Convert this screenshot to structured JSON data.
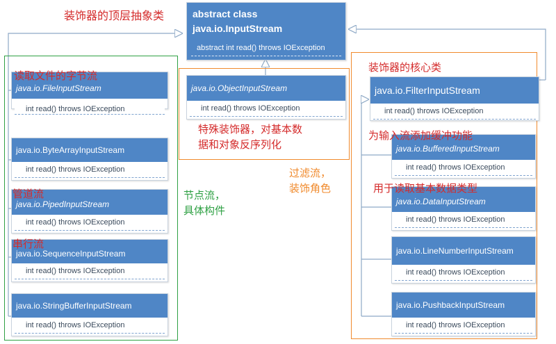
{
  "colors": {
    "class_header": "#4f86c6",
    "annotation_red": "#d42b2b",
    "annotation_green": "#2ea043",
    "annotation_orange": "#f08a2c",
    "connector": "#8ea9c6"
  },
  "root": {
    "title_line1": "abstract class",
    "title_line2": "java.io.InputStream",
    "method": "abstract  int read()  throws  IOException"
  },
  "annotations": {
    "root_note": "装饰器的顶层抽象类",
    "file_note": "读取文件的字节流",
    "piped_note": "管道流",
    "sequence_note": "串行流",
    "node_stream_line1": "节点流，",
    "node_stream_line2": "具体构件",
    "special_line1": "特殊装饰器，对基本数",
    "special_line2": "据和对象反序列化",
    "filter_role_line1": "过滤流，",
    "filter_role_line2": "装饰角色",
    "core_note": "装饰器的核心类",
    "buffered_note": "为输入流添加缓冲功能",
    "data_note": "用于读取基本数据类型"
  },
  "classes": {
    "file": {
      "name": "java.io.FileInputStream",
      "method": "int read()  throws IOException"
    },
    "bytearray": {
      "name": "java.io.ByteArrayInputStream",
      "method": "int read()  throws IOException"
    },
    "piped": {
      "name": "java.io.PipedInputStream",
      "method": "int read()  throws IOException"
    },
    "sequence": {
      "name": "java.io.SequenceInputStream",
      "method": "int read()  throws IOException"
    },
    "stringbuffer": {
      "name": "java.io.StringBufferInputStream",
      "method": "int read()  throws IOException"
    },
    "object": {
      "name": "java.io.ObjectInputStream",
      "method": "int read()  throws IOException"
    },
    "filter": {
      "name": "java.io.FilterInputStream",
      "method": "int read()  throws IOException"
    },
    "buffered": {
      "name": "java.io.BufferedInputStream",
      "method": "int read()  throws IOException"
    },
    "data": {
      "name": "java.io.DataInputStream",
      "method": "int read()  throws IOException"
    },
    "linenumber": {
      "name": "java.io.LineNumberInputStream",
      "method": "int read()  throws IOException"
    },
    "pushback": {
      "name": "java.io.PushbackInputStream",
      "method": "int read()  throws IOException"
    }
  }
}
